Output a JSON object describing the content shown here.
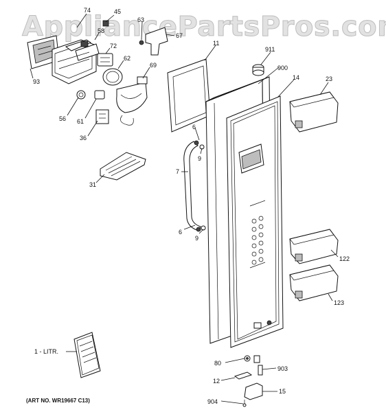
{
  "watermark": "AppliancePartsPros.com",
  "art_number": "(ART NO. WR19667 C13)",
  "litr_label": "1 - LITR.",
  "labels": {
    "p74": "74",
    "p45": "45",
    "p63": "63",
    "p67": "67",
    "p58": "58",
    "p72": "72",
    "p62": "62",
    "p69": "69",
    "p93": "93",
    "p56": "56",
    "p61": "61",
    "p36": "36",
    "p31": "31",
    "p11": "11",
    "p911": "911",
    "p900": "900",
    "p14": "14",
    "p23": "23",
    "p6a": "6",
    "p9a": "9",
    "p7": "7",
    "p6b": "6",
    "p9b": "9",
    "p122": "122",
    "p123": "123",
    "p80": "80",
    "p903": "903",
    "p12": "12",
    "p15": "15",
    "p904": "904"
  },
  "colors": {
    "line": "#111111",
    "watermark_fill": "#e2e2e2",
    "shade": "#bdbdbd"
  }
}
